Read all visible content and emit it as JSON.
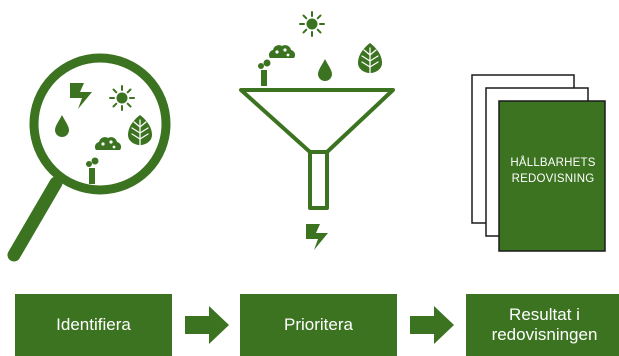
{
  "colors": {
    "primary": "#3c7321",
    "background": "#ffffff"
  },
  "steps": [
    {
      "label": "Identifiera"
    },
    {
      "label": "Prioritera"
    },
    {
      "label": "Resultat i\nredovisningen"
    }
  ],
  "report": {
    "line1": "HÅLLBARHETS",
    "line2": "REDOVISNING"
  },
  "icons": {
    "magnifier": "magnifying-glass-icon",
    "funnel": "funnel-icon",
    "documents": "document-stack-icon",
    "symbols": [
      "lightning-icon",
      "sun-icon",
      "water-drop-icon",
      "leaf-icon",
      "cloud-icon",
      "factory-chimney-icon",
      "arrow-right-icon"
    ]
  }
}
